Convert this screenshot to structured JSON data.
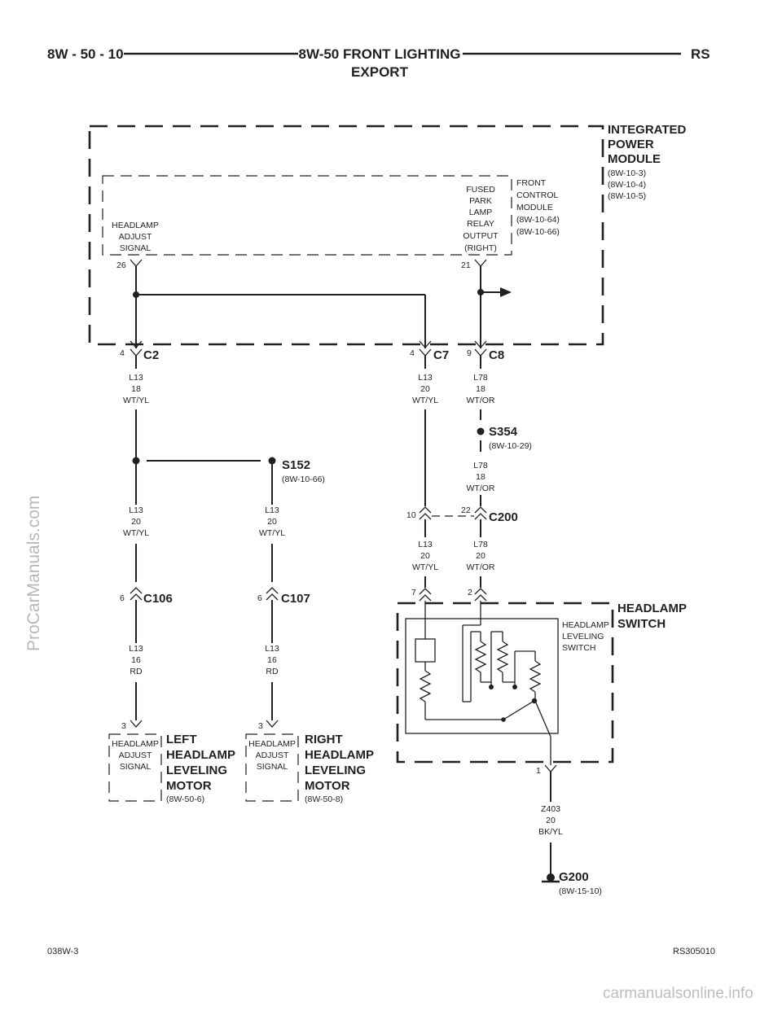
{
  "header": {
    "left": "8W - 50 - 10",
    "title_line1": "8W-50 FRONT LIGHTING",
    "title_line2": "EXPORT",
    "right": "RS"
  },
  "ipm": {
    "name_l1": "INTEGRATED",
    "name_l2": "POWER",
    "name_l3": "MODULE",
    "ref1": "(8W-10-3)",
    "ref2": "(8W-10-4)",
    "ref3": "(8W-10-5)"
  },
  "fcm": {
    "name_l1": "FRONT",
    "name_l2": "CONTROL",
    "name_l3": "MODULE",
    "ref1": "(8W-10-64)",
    "ref2": "(8W-10-66)",
    "circuit_a_l1": "HEADLAMP",
    "circuit_a_l2": "ADJUST",
    "circuit_a_l3": "SIGNAL",
    "circuit_b_l1": "FUSED",
    "circuit_b_l2": "PARK",
    "circuit_b_l3": "LAMP",
    "circuit_b_l4": "RELAY",
    "circuit_b_l5": "OUTPUT",
    "circuit_b_l6": "(RIGHT)",
    "pin_a": "26",
    "pin_b": "21"
  },
  "connectors": {
    "c2": {
      "name": "C2",
      "pin": "4"
    },
    "c7": {
      "name": "C7",
      "pin": "4"
    },
    "c8": {
      "name": "C8",
      "pin": "9"
    },
    "c200": {
      "name": "C200",
      "pin_left": "10",
      "pin_right": "22"
    },
    "c106": {
      "name": "C106",
      "pin": "6"
    },
    "c107": {
      "name": "C107",
      "pin": "6"
    }
  },
  "wires": {
    "w_c2": {
      "circuit": "L13",
      "gauge": "18",
      "color": "WT/YL"
    },
    "w_c7": {
      "circuit": "L13",
      "gauge": "20",
      "color": "WT/YL"
    },
    "w_c8": {
      "circuit": "L78",
      "gauge": "18",
      "color": "WT/OR"
    },
    "w_s354": {
      "circuit": "L78",
      "gauge": "18",
      "color": "WT/OR"
    },
    "w_left_s152": {
      "circuit": "L13",
      "gauge": "20",
      "color": "WT/YL"
    },
    "w_right_s152": {
      "circuit": "L13",
      "gauge": "20",
      "color": "WT/YL"
    },
    "w_c200_left": {
      "circuit": "L13",
      "gauge": "20",
      "color": "WT/YL"
    },
    "w_c200_right": {
      "circuit": "L78",
      "gauge": "20",
      "color": "WT/OR"
    },
    "w_c106": {
      "circuit": "L13",
      "gauge": "16",
      "color": "RD"
    },
    "w_c107": {
      "circuit": "L13",
      "gauge": "16",
      "color": "RD"
    },
    "w_ground": {
      "circuit": "Z403",
      "gauge": "20",
      "color": "BK/YL"
    }
  },
  "splices": {
    "s354": {
      "name": "S354",
      "ref": "(8W-10-29)"
    },
    "s152": {
      "name": "S152",
      "ref": "(8W-10-66)"
    }
  },
  "headlamp_switch": {
    "name_l1": "HEADLAMP",
    "name_l2": "SWITCH",
    "inner_l1": "HEADLAMP",
    "inner_l2": "LEVELING",
    "inner_l3": "SWITCH",
    "pin_a": "7",
    "pin_b": "2",
    "pin_ground": "1"
  },
  "left_motor": {
    "pin": "3",
    "inner_l1": "HEADLAMP",
    "inner_l2": "ADJUST",
    "inner_l3": "SIGNAL",
    "name_l1": "LEFT",
    "name_l2": "HEADLAMP",
    "name_l3": "LEVELING",
    "name_l4": "MOTOR",
    "ref": "(8W-50-6)"
  },
  "right_motor": {
    "pin": "3",
    "inner_l1": "HEADLAMP",
    "inner_l2": "ADJUST",
    "inner_l3": "SIGNAL",
    "name_l1": "RIGHT",
    "name_l2": "HEADLAMP",
    "name_l3": "LEVELING",
    "name_l4": "MOTOR",
    "ref": "(8W-50-8)"
  },
  "ground": {
    "name": "G200",
    "ref": "(8W-15-10)"
  },
  "footer": {
    "left": "038W-3",
    "right": "RS305010"
  },
  "watermarks": {
    "side": "ProCarManuals.com",
    "bottom": "carmanualsonline.info"
  }
}
